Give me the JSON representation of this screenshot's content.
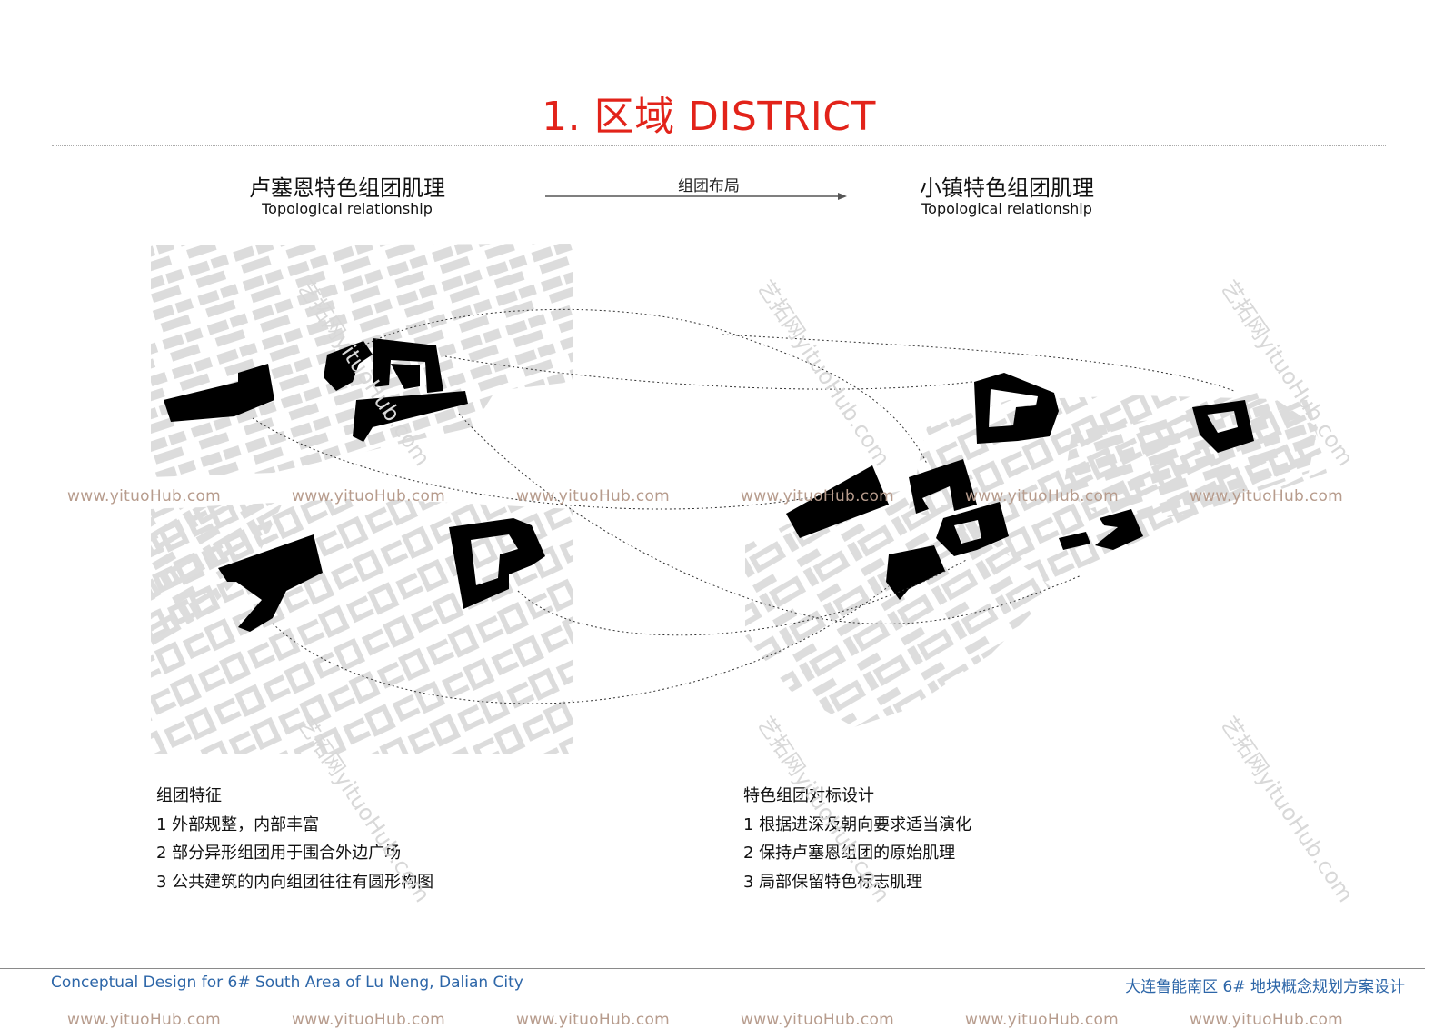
{
  "title": "1. 区域 DISTRICT",
  "left_column": {
    "title": "卢塞恩特色组团肌理",
    "subtitle": "Topological relationship"
  },
  "arrow": {
    "label": "组团布局"
  },
  "right_column": {
    "title": "小镇特色组团肌理",
    "subtitle": "Topological relationship"
  },
  "notes_left": {
    "heading": "组团特征",
    "items": [
      "1 外部规整，内部丰富",
      "2 部分异形组团用于围合外边广场",
      "3 公共建筑的内向组团往往有圆形构图"
    ]
  },
  "notes_right": {
    "heading": "特色组团对标设计",
    "items": [
      "1 根据进深及朝向要求适当演化",
      "2 保持卢塞恩组团的原始肌理",
      "3 局部保留特色标志肌理"
    ]
  },
  "footer": {
    "left": "Conceptual Design for 6# South Area of Lu Neng, Dalian City",
    "right": "大连鲁能南区 6# 地块概念规划方案设计"
  },
  "watermark": {
    "url": "www.yituoHub.com",
    "diagonal": "艺拓网yituoHub.com"
  },
  "colors": {
    "title": "#e2231a",
    "footer": "#2d66a8",
    "watermark": "#b79c8d",
    "block": "#000000",
    "context": "#dddddd"
  }
}
